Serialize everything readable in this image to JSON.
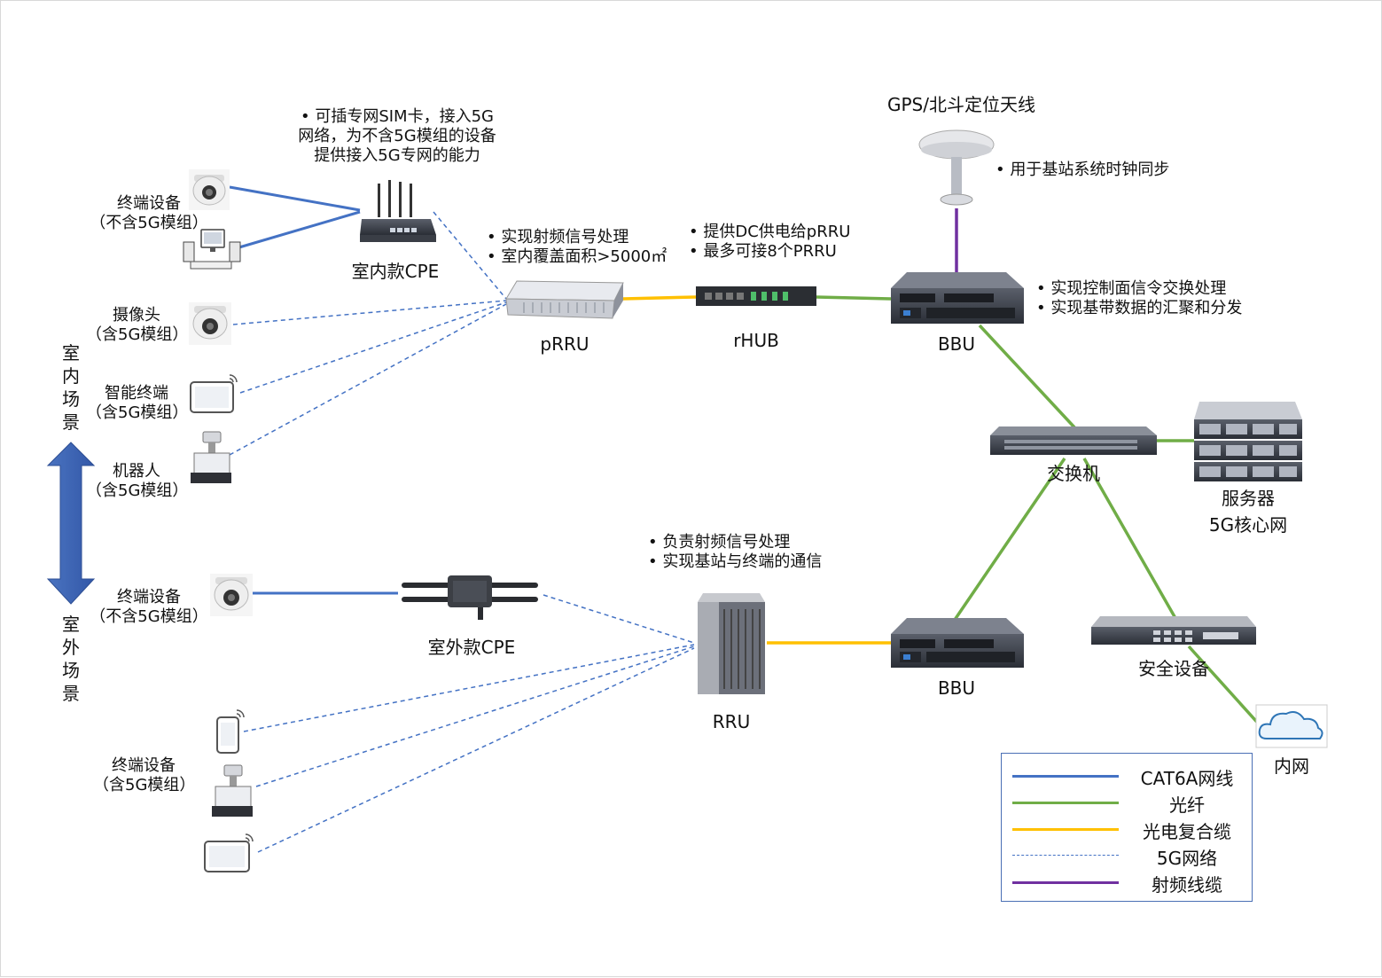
{
  "colors": {
    "cat6a": "#4472c4",
    "fiber": "#70ad47",
    "hybrid": "#ffc000",
    "net5g": "#4472c4",
    "rf": "#7030a0"
  },
  "labels": {
    "gps_antenna": "GPS/北斗定位天线",
    "gps_note": "• 用于基站系统时钟同步",
    "cpe_note": [
      "• 可插专网SIM卡，接入5G",
      "网络，为不含5G模组的设备",
      "提供接入5G专网的能力"
    ],
    "prru_note": [
      "• 实现射频信号处理",
      "• 室内覆盖面积>5000㎡"
    ],
    "rhub_note": [
      "• 提供DC供电给pRRU",
      "• 最多可接8个PRRU"
    ],
    "bbu_note": [
      "• 实现控制面信令交换处理",
      "• 实现基带数据的汇聚和分发"
    ],
    "rru_note": [
      "• 负责射频信号处理",
      "• 实现基站与终端的通信"
    ],
    "indoor_terminal": "终端设备",
    "indoor_terminal_sub": "（不含5G模组）",
    "camera": "摄像头",
    "camera_sub": "（含5G模组）",
    "smart_terminal": "智能终端",
    "smart_terminal_sub": "（含5G模组）",
    "robot": "机器人",
    "robot_sub": "（含5G模组）",
    "outdoor_terminal": "终端设备",
    "outdoor_terminal_sub": "（不含5G模组）",
    "outdoor_5g_terminal": "终端设备",
    "outdoor_5g_terminal_sub": "（含5G模组）",
    "indoor_cpe": "室内款CPE",
    "outdoor_cpe": "室外款CPE",
    "prru": "pRRU",
    "rhub": "rHUB",
    "bbu_top": "BBU",
    "bbu_bottom": "BBU",
    "rru": "RRU",
    "switch": "交换机",
    "server": "服务器",
    "core": "5G核心网",
    "security": "安全设备",
    "intranet": "内网",
    "indoor_scene": "室内场景",
    "outdoor_scene": "室外场景"
  },
  "legend": [
    {
      "label": "CAT6A网线",
      "style": "cat6a"
    },
    {
      "label": "光纤",
      "style": "fiber"
    },
    {
      "label": "光电复合缆",
      "style": "hybrid"
    },
    {
      "label": "5G网络",
      "style": "net5g"
    },
    {
      "label": "射频线缆",
      "style": "rf"
    }
  ],
  "icons": {
    "dome_camera": "dome-camera-icon",
    "desktop_pc": "desktop-pc-icon",
    "tablet": "tablet-icon",
    "phone": "smartphone-icon",
    "robot": "robot-icon",
    "router": "router-icon",
    "gps": "gps-antenna-icon",
    "rack": "rack-server-icon",
    "cloud": "cloud-icon"
  }
}
